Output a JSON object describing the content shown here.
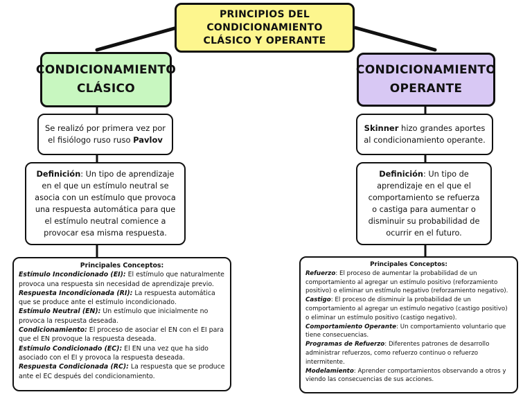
{
  "root": {
    "title": "PRINCIPIOS DEL CONDICIONAMIENTO CLÁSICO Y OPERANTE"
  },
  "left": {
    "title": "CONDICIONAMIENTO CLÁSICO",
    "origin": {
      "pre": "Se realizó por primera vez por el fisiólogo ruso ruso ",
      "bold": "Pavlov"
    },
    "definition": {
      "label": "Definición",
      "text": ": Un tipo de aprendizaje en el que un estímulo neutral se asocia con un estímulo que provoca una respuesta automática para que el estímulo neutral comience a provocar esa misma respuesta."
    },
    "concepts_title": "Principales Conceptos:",
    "concepts": [
      {
        "term": "Estímulo Incondicionado (EI):",
        "text": " El estímulo que naturalmente provoca una respuesta sin necesidad de aprendizaje previo."
      },
      {
        "term": "Respuesta Incondicionada (RI):",
        "text": " La respuesta automática que se produce ante el estímulo incondicionado."
      },
      {
        "term": "Estímulo Neutral (EN):",
        "text": " Un estímulo que inicialmente no provoca la respuesta deseada."
      },
      {
        "term": "Condicionamiento:",
        "text": " El proceso de asociar el EN con el EI para que el EN provoque la respuesta deseada."
      },
      {
        "term": "Estímulo Condicionado (EC):",
        "text": " El EN una vez que ha sido asociado con el EI y provoca la respuesta deseada."
      },
      {
        "term": "Respuesta Condicionada (RC):",
        "text": " La respuesta que se produce ante el EC después del condicionamiento."
      }
    ]
  },
  "right": {
    "title": "CONDICIONAMIENTO OPERANTE",
    "origin": {
      "bold": "Skinner",
      "post": " hizo grandes aportes al condicionamiento operante."
    },
    "definition": {
      "label": "Definición",
      "text": ": Un tipo de aprendizaje en el que el comportamiento se refuerza o castiga para aumentar o disminuir su probabilidad de ocurrir en el futuro."
    },
    "concepts_title": "Principales Conceptos:",
    "concepts": [
      {
        "term": "Refuerzo",
        "text": ": El proceso de aumentar la probabilidad de un comportamiento al agregar un estímulo positivo (reforzamiento positivo) o eliminar un estímulo negativo (reforzamiento negativo)."
      },
      {
        "term": "Castigo",
        "text": ": El proceso de disminuir la probabilidad de un comportamiento al agregar un estímulo negativo (castigo positivo) o eliminar un estímulo positivo (castigo negativo)."
      },
      {
        "term": "Comportamiento Operante",
        "text": ": Un comportamiento voluntario que tiene consecuencias."
      },
      {
        "term": "Programas de Refuerzo",
        "text": ": Diferentes patrones de desarrollo administrar refuerzos, como refuerzo continuo o refuerzo intermitente."
      },
      {
        "term": "Modelamiento",
        "text": ": Aprender comportamientos observando a otros y viendo las consecuencias de sus acciones."
      }
    ]
  },
  "colors": {
    "root_fill": "#fdf68e",
    "left_fill": "#c8f7c0",
    "right_fill": "#d8c8f4",
    "border": "#111111"
  }
}
